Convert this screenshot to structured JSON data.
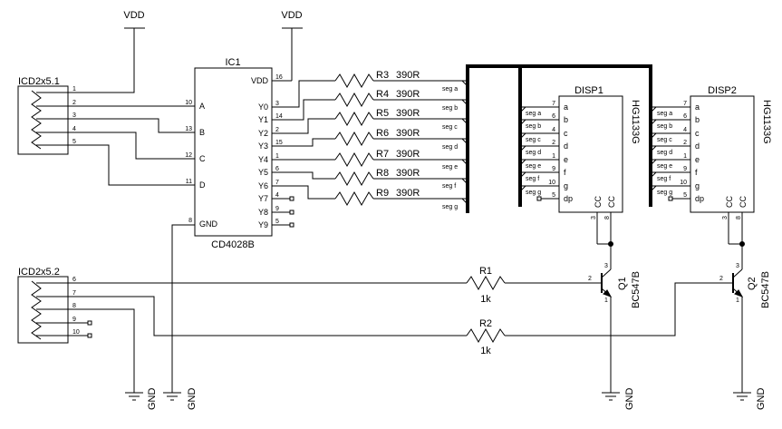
{
  "power": {
    "vdd": "VDD",
    "gnd": "GND"
  },
  "connectors": {
    "j1": {
      "name": "ICD2x5.1",
      "pins": [
        "1",
        "2",
        "3",
        "4",
        "5"
      ]
    },
    "j2": {
      "name": "ICD2x5.2",
      "pins": [
        "6",
        "7",
        "8",
        "9",
        "10"
      ]
    }
  },
  "ic1": {
    "ref": "IC1",
    "part": "CD4028B",
    "left_pins": [
      {
        "name": "A",
        "num": "10"
      },
      {
        "name": "B",
        "num": "13"
      },
      {
        "name": "C",
        "num": "12"
      },
      {
        "name": "D",
        "num": "11"
      },
      {
        "name": "GND",
        "num": "8"
      }
    ],
    "right_pins": [
      {
        "name": "VDD",
        "num": "16"
      },
      {
        "name": "Y0",
        "num": "3"
      },
      {
        "name": "Y1",
        "num": "14"
      },
      {
        "name": "Y2",
        "num": "2"
      },
      {
        "name": "Y3",
        "num": "15"
      },
      {
        "name": "Y4",
        "num": "1"
      },
      {
        "name": "Y5",
        "num": "6"
      },
      {
        "name": "Y6",
        "num": "7"
      },
      {
        "name": "Y7",
        "num": "4"
      },
      {
        "name": "Y8",
        "num": "9"
      },
      {
        "name": "Y9",
        "num": "5"
      }
    ]
  },
  "resistors": [
    {
      "ref": "R3",
      "value": "390R",
      "net": "seg a"
    },
    {
      "ref": "R4",
      "value": "390R",
      "net": "seg b"
    },
    {
      "ref": "R5",
      "value": "390R",
      "net": "seg c"
    },
    {
      "ref": "R6",
      "value": "390R",
      "net": "seg d"
    },
    {
      "ref": "R7",
      "value": "390R",
      "net": "seg e"
    },
    {
      "ref": "R8",
      "value": "390R",
      "net": "seg f"
    },
    {
      "ref": "R9",
      "value": "390R",
      "net": "seg g"
    }
  ],
  "base_resistors": [
    {
      "ref": "R1",
      "value": "1k"
    },
    {
      "ref": "R2",
      "value": "1k"
    }
  ],
  "displays": [
    {
      "ref": "DISP1",
      "part": "HG1133G",
      "cc": "CC",
      "pins": [
        {
          "seg": "a",
          "num": "7",
          "net": "seg a"
        },
        {
          "seg": "b",
          "num": "6",
          "net": "seg b"
        },
        {
          "seg": "c",
          "num": "4",
          "net": "seg c"
        },
        {
          "seg": "d",
          "num": "2",
          "net": "seg d"
        },
        {
          "seg": "e",
          "num": "1",
          "net": "seg e"
        },
        {
          "seg": "f",
          "num": "9",
          "net": "seg f"
        },
        {
          "seg": "g",
          "num": "10",
          "net": "seg g"
        },
        {
          "seg": "dp",
          "num": "5",
          "net": ""
        }
      ],
      "cc_pins": [
        "3",
        "8"
      ]
    },
    {
      "ref": "DISP2",
      "part": "HG1133G",
      "cc": "CC",
      "pins": [
        {
          "seg": "a",
          "num": "7",
          "net": "seg a"
        },
        {
          "seg": "b",
          "num": "6",
          "net": "seg b"
        },
        {
          "seg": "c",
          "num": "4",
          "net": "seg c"
        },
        {
          "seg": "d",
          "num": "2",
          "net": "seg d"
        },
        {
          "seg": "e",
          "num": "1",
          "net": "seg e"
        },
        {
          "seg": "f",
          "num": "9",
          "net": "seg f"
        },
        {
          "seg": "g",
          "num": "10",
          "net": "seg g"
        },
        {
          "seg": "dp",
          "num": "5",
          "net": ""
        }
      ],
      "cc_pins": [
        "3",
        "8"
      ]
    }
  ],
  "transistors": [
    {
      "ref": "Q1",
      "part": "BC547B",
      "pins": {
        "b": "2",
        "c": "3",
        "e": "1"
      }
    },
    {
      "ref": "Q2",
      "part": "BC547B",
      "pins": {
        "b": "2",
        "c": "3",
        "e": "1"
      }
    }
  ]
}
